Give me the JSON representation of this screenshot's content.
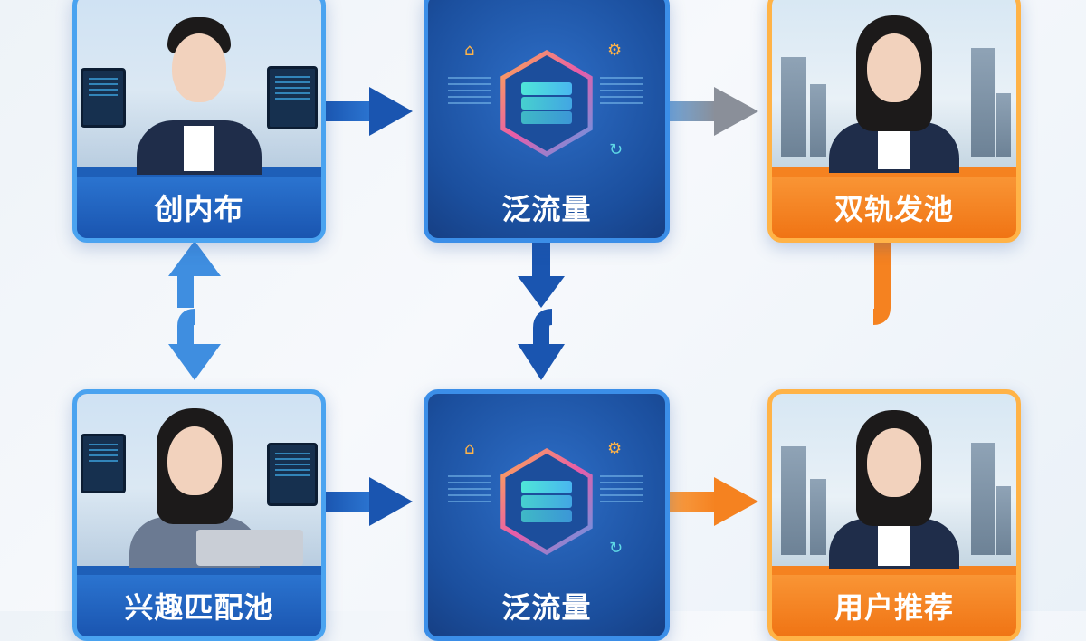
{
  "nodes": {
    "top_left": {
      "label": "创内布"
    },
    "top_center": {
      "label": "泛流量"
    },
    "top_right": {
      "label": "双轨发池"
    },
    "bottom_left": {
      "label": "兴趣匹配池"
    },
    "bottom_center": {
      "label": "泛流量"
    },
    "bottom_right": {
      "label": "用户推荐"
    }
  },
  "colors": {
    "blue_accent": "#1e5fb8",
    "orange_accent": "#f58220",
    "border_blue": "#4aa3f0",
    "border_orange": "#ffb347"
  },
  "icons": {
    "hub_top": [
      "house-icon",
      "gear-icon",
      "refresh-icon",
      "layers-icon"
    ],
    "hub_bottom": [
      "house-icon",
      "gear-icon",
      "refresh-icon",
      "layers-icon"
    ]
  }
}
